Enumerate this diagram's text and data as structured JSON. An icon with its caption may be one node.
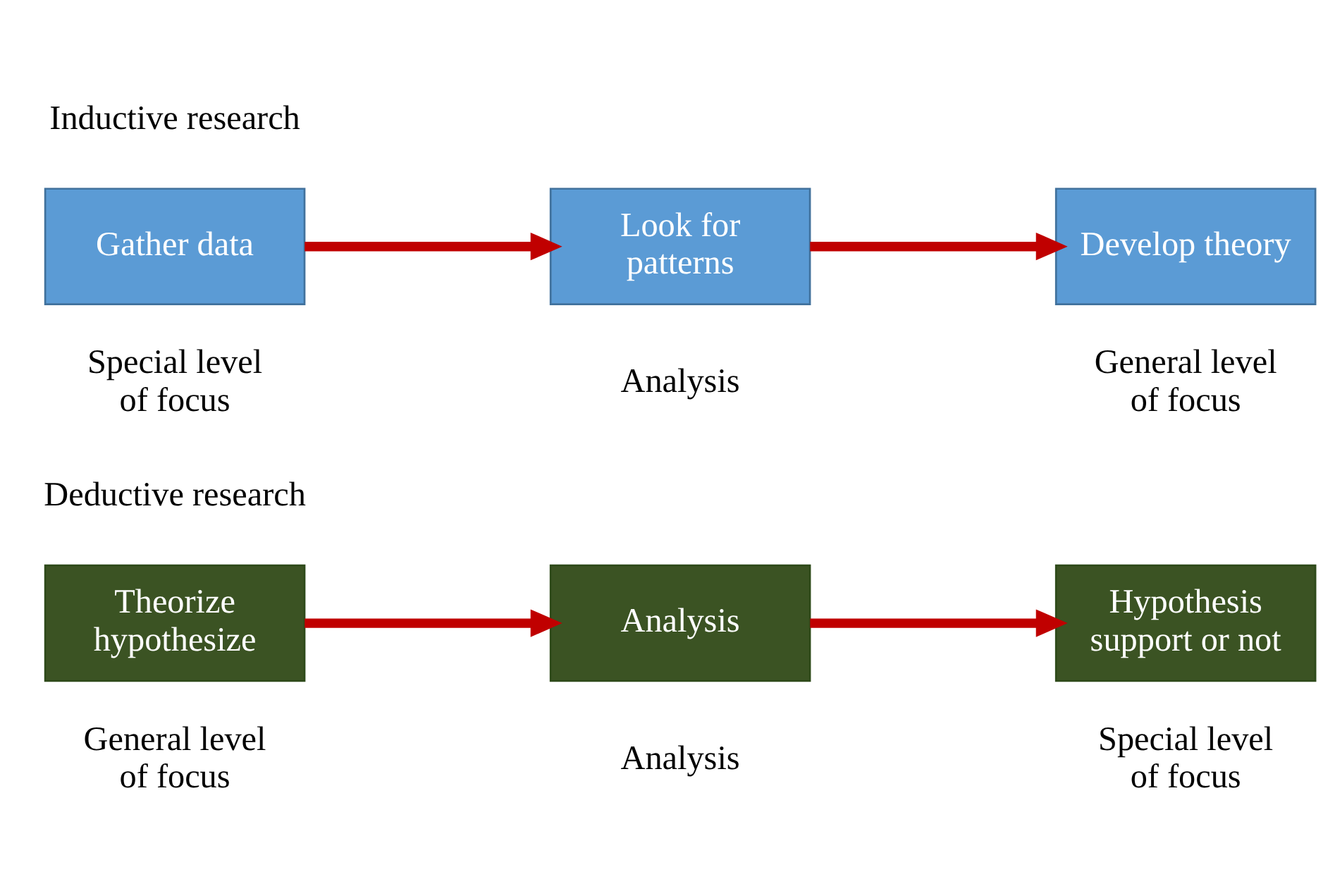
{
  "diagram": {
    "nodes": [
      {
        "text": [
          "Gather data"
        ],
        "beside": [
          "Special level of focus"
        ]
      },
      {
        "text": [
          "Look for patterns"
        ],
        "beside": [
          "Analysis"
        ]
      },
      {
        "text": [
          "Develop theory"
        ],
        "beside": [
          "General level of focus"
        ]
      },
      {
        "text": [
          "Theorize hypothesize"
        ],
        "beside": [
          "General level of focus"
        ]
      },
      {
        "text": [
          "Analysis"
        ],
        "beside": [
          "Analysis"
        ]
      },
      {
        "text": [
          "Hypothesis support or not"
        ],
        "beside": [
          "Special level of focus"
        ]
      }
    ],
    "edges": [
      {
        "from": 0,
        "to": 1,
        "arrow": "to"
      },
      {
        "from": 1,
        "to": 2,
        "arrow": "to"
      },
      {
        "from": 3,
        "to": 4,
        "arrow": "to"
      },
      {
        "from": 4,
        "to": 5,
        "arrow": "to"
      }
    ],
    "labels": [
      "Inductive research",
      "Deductive research"
    ]
  }
}
